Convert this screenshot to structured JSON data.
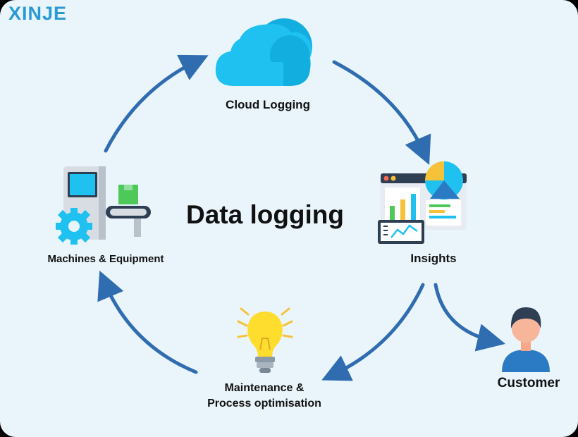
{
  "brand": {
    "logo_text": "XINJE"
  },
  "diagram": {
    "title": "Data logging",
    "nodes": {
      "cloud": {
        "label": "Cloud Logging",
        "icon": "cloud-icon"
      },
      "insights": {
        "label": "Insights",
        "icon": "dashboard-chart-icon"
      },
      "machines": {
        "label": "Machines & Equipment",
        "icon": "machine-conveyor-gear-icon"
      },
      "maintenance": {
        "label_line1": "Maintenance &",
        "label_line2": "Process optimisation",
        "icon": "lightbulb-icon"
      },
      "customer": {
        "label": "Customer",
        "icon": "person-avatar-icon"
      }
    },
    "edges": [
      {
        "from": "machines",
        "to": "cloud"
      },
      {
        "from": "cloud",
        "to": "insights"
      },
      {
        "from": "insights",
        "to": "maintenance"
      },
      {
        "from": "maintenance",
        "to": "machines"
      },
      {
        "from": "insights",
        "to": "customer"
      }
    ],
    "colors": {
      "background": "#eaf5fb",
      "arrow": "#2f6db0",
      "cloud": "#1fc1f0",
      "bulb": "#ffdd2e",
      "avatar_shirt": "#2a7bc4"
    }
  }
}
